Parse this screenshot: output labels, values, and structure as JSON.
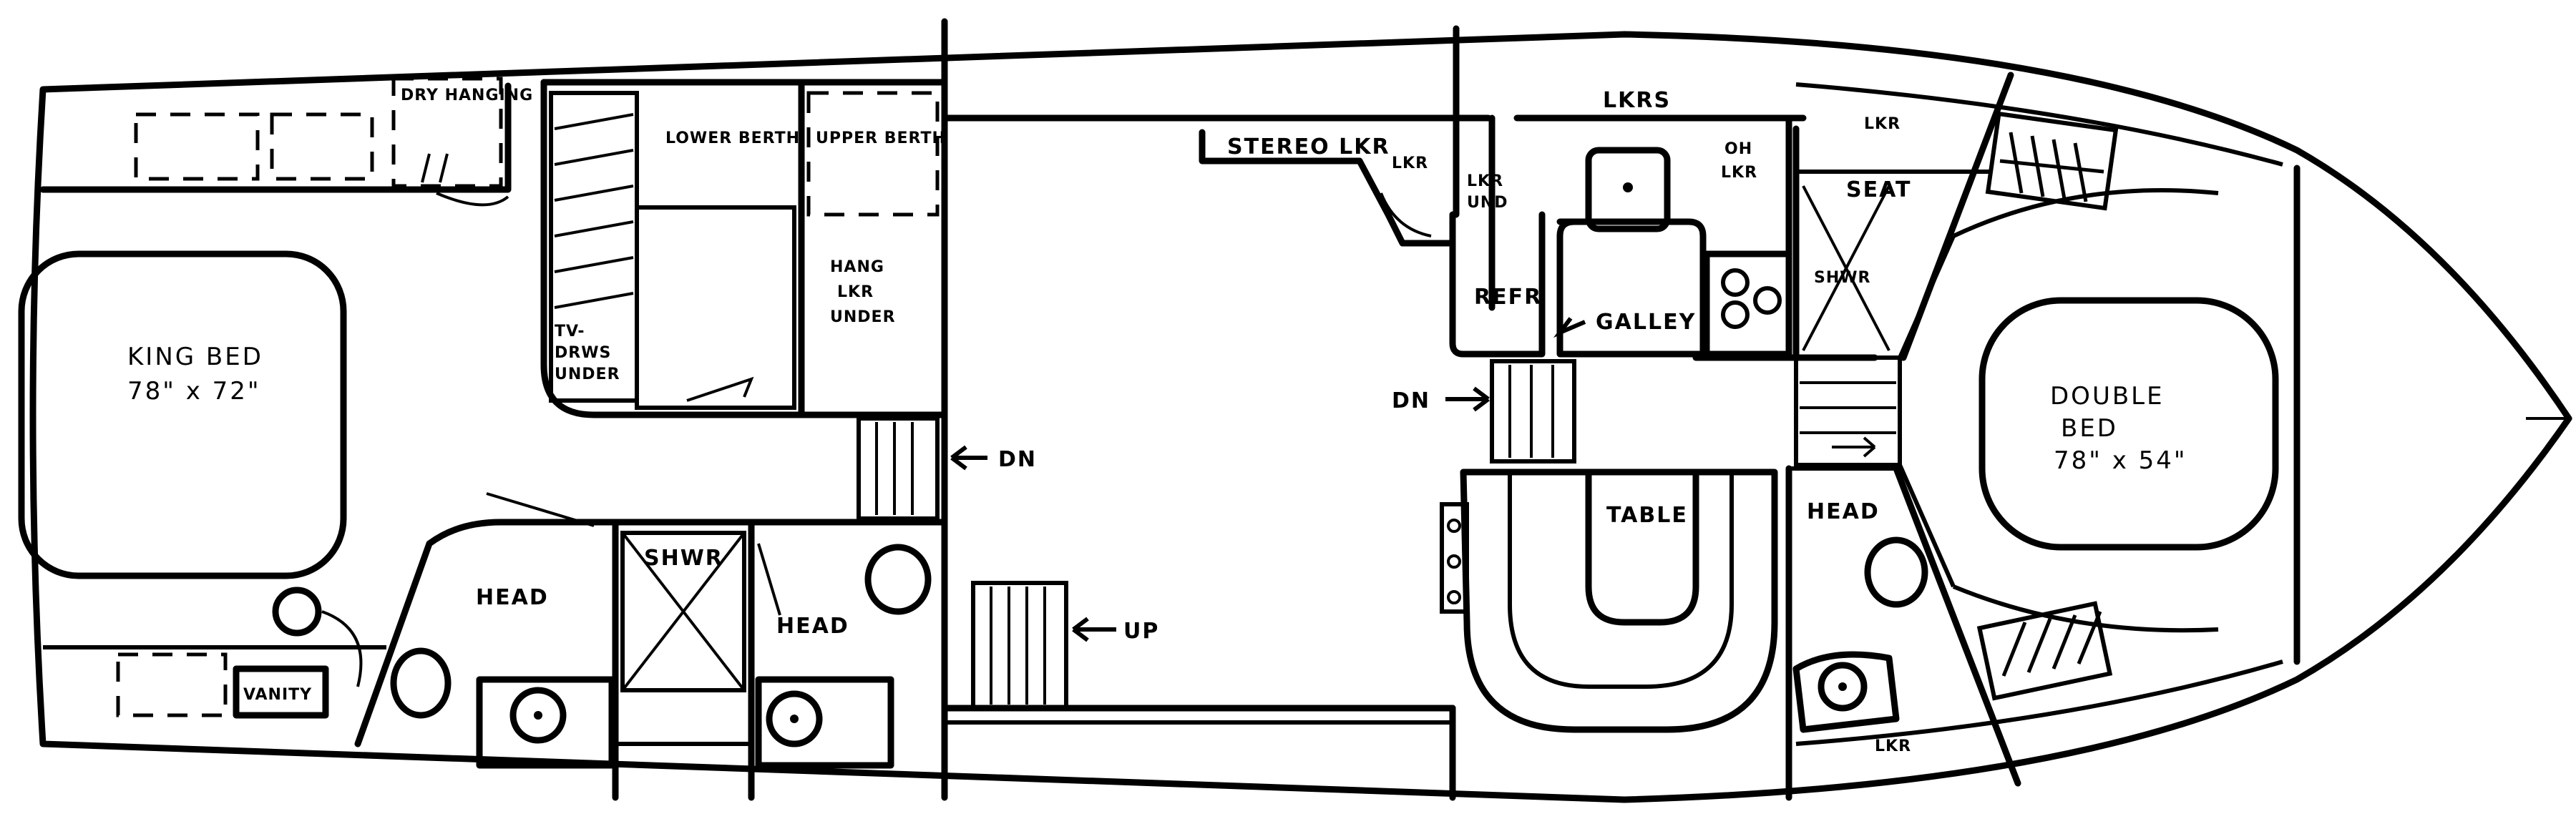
{
  "labels": {
    "king_bed": "KING BED",
    "king_bed_size": "78\" x 72\"",
    "dry_hanging": "DRY HANGING",
    "lower_berth": "LOWER BERTH",
    "upper_berth": "UPPER BERTH",
    "hang_lkr_under_1": "HANG",
    "hang_lkr_under_2": "LKR",
    "hang_lkr_under_3": "UNDER",
    "tv_drws_under_1": "TV-",
    "tv_drws_under_2": "DRWS",
    "tv_drws_under_3": "UNDER",
    "dn_mid": "DN",
    "up": "UP",
    "head_aft": "HEAD",
    "shwr_aft": "SHWR",
    "head_mid": "HEAD",
    "vanity": "VANITY",
    "stereo_lkr": "STEREO LKR",
    "lkr_galley_top": "LKR",
    "lkr_und": "LKR",
    "lkr_und_2": "UND",
    "refr": "REFR",
    "galley": "GALLEY",
    "dn_galley": "DN",
    "table": "TABLE",
    "lkrs_top": "LKRS",
    "oh_lkr_1": "OH",
    "oh_lkr_2": "LKR",
    "lkr_fwd_top": "LKR",
    "seat": "SEAT",
    "shwr_fwd": "SHWR",
    "head_fwd": "HEAD",
    "double_bed": "DOUBLE",
    "double_bed_2": "BED",
    "double_bed_size": "78\" x 54\"",
    "lkr_fwd_bottom": "LKR"
  }
}
